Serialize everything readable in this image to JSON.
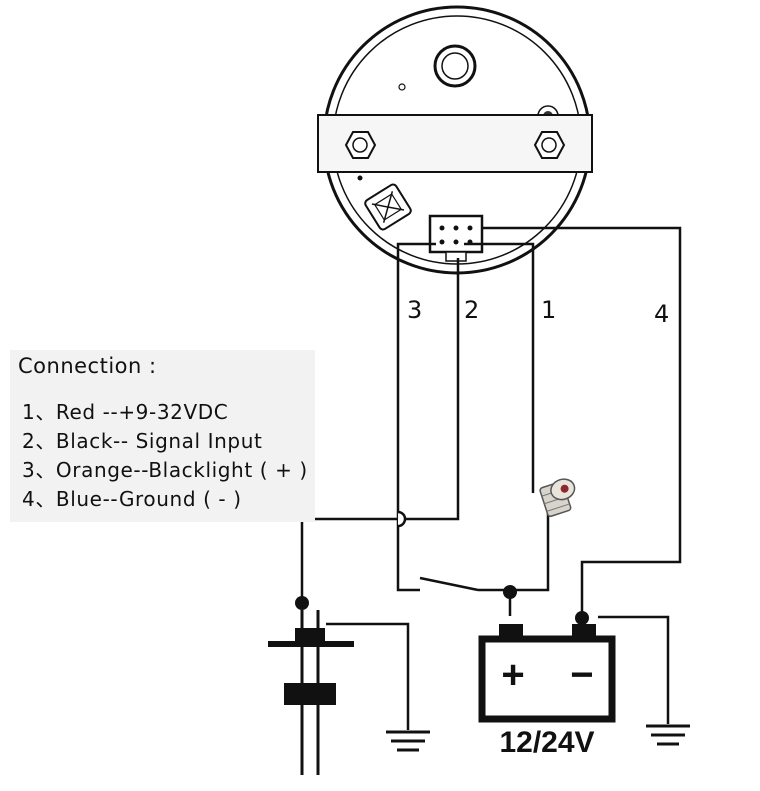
{
  "connection": {
    "title": "Connection :",
    "items": [
      "1、Red --+9-32VDC",
      "2、Black-- Signal Input",
      "3、Orange--Blacklight ( + )",
      "4、Blue--Ground ( - )"
    ]
  },
  "wire_numbers": {
    "wire_1": "1",
    "wire_2": "2",
    "wire_3": "3",
    "wire_4": "4"
  },
  "battery": {
    "label": "12/24V",
    "positive_symbol": "+",
    "negative_symbol": "−"
  },
  "colors": {
    "line": "#111111",
    "legend_background": "#f2f2f2"
  }
}
